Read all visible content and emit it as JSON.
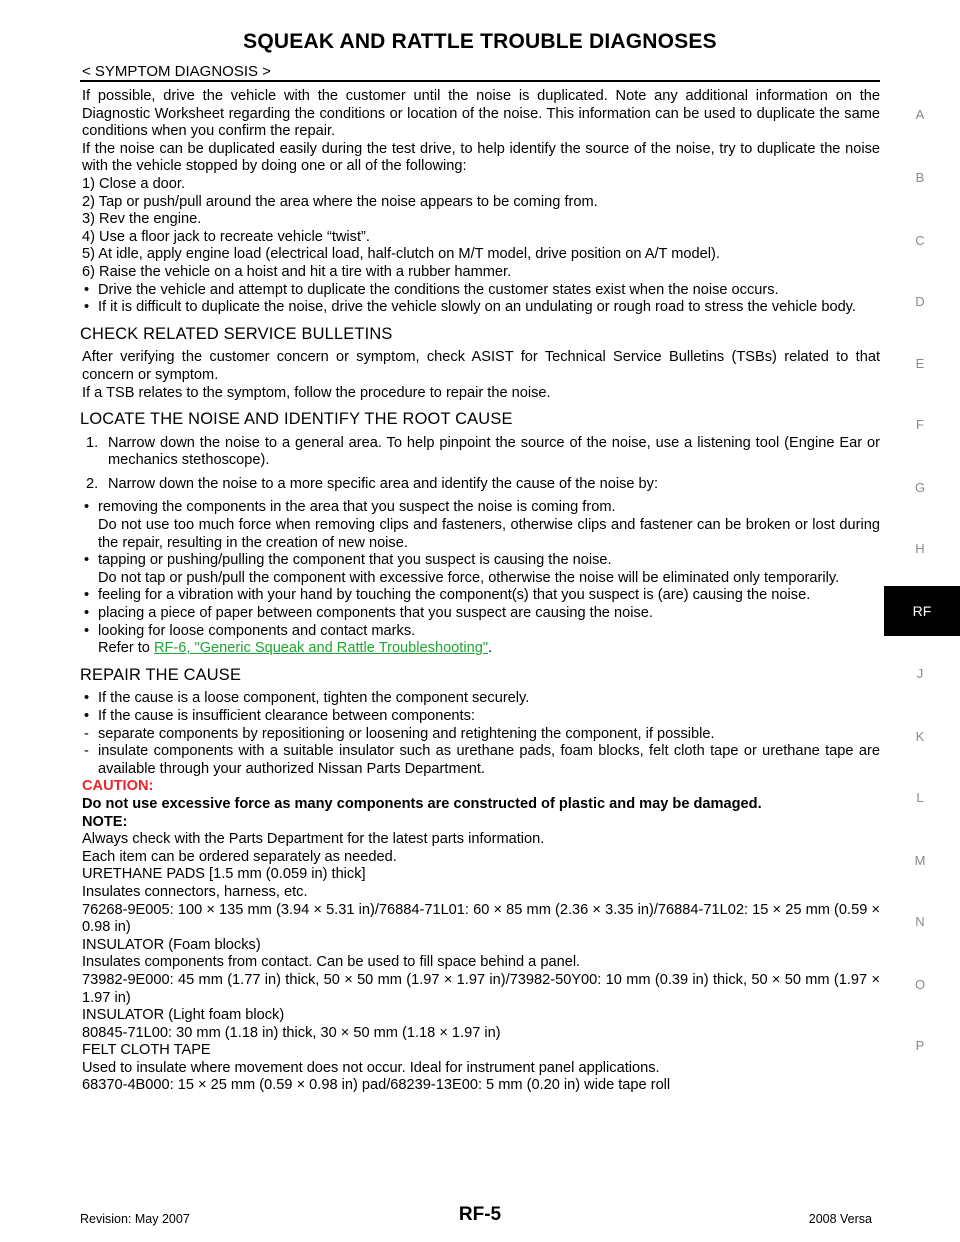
{
  "header": {
    "title": "SQUEAK AND RATTLE TROUBLE DIAGNOSES",
    "section": "< SYMPTOM DIAGNOSIS >"
  },
  "side_index": {
    "letters": [
      "A",
      "B",
      "C",
      "D",
      "E",
      "F",
      "G",
      "H",
      "RF",
      "J",
      "K",
      "L",
      "M",
      "N",
      "O",
      "P"
    ],
    "active": "RF"
  },
  "intro": {
    "p1": "If possible, drive the vehicle with the customer until the noise is duplicated. Note any additional information on the Diagnostic Worksheet regarding the conditions or location of the noise. This information can be used to duplicate the same conditions when you confirm the repair.",
    "p2": "If the noise can be duplicated easily during the test drive, to help identify the source of the noise, try to duplicate the noise with the vehicle stopped by doing one or all of the following:",
    "steps": [
      "1)  Close a door.",
      "2)  Tap or push/pull around the area where the noise appears to be coming from.",
      "3)  Rev the engine.",
      "4)  Use a floor jack to recreate vehicle “twist”.",
      "5)  At idle, apply engine load (electrical load, half-clutch on M/T model, drive position on A/T model).",
      "6)  Raise the vehicle on a hoist and hit a tire with a rubber hammer."
    ],
    "bullets": [
      "Drive the vehicle and attempt to duplicate the conditions the customer states exist when the noise occurs.",
      "If it is difficult to duplicate the noise, drive the vehicle slowly on an undulating or rough road to stress the vehicle body."
    ]
  },
  "bulletins": {
    "heading": "CHECK RELATED SERVICE BULLETINS",
    "p1": "After verifying the customer concern or symptom, check ASIST for Technical Service Bulletins (TSBs) related to that concern or symptom.",
    "p2": "If a TSB relates to the symptom, follow the procedure to repair the noise."
  },
  "locate": {
    "heading": "LOCATE THE NOISE AND IDENTIFY THE ROOT CAUSE",
    "num1": "1.",
    "step1": "Narrow down the noise to a general area. To help pinpoint the source of the noise, use a listening tool (Engine Ear or mechanics stethoscope).",
    "num2": "2.",
    "step2": "Narrow down the noise to a more specific area and identify the cause of the noise by:",
    "b1": "removing the components in the area that you suspect the noise is coming from.",
    "b1_note": "Do not use too much force when removing clips and fasteners, otherwise clips and fastener can be broken or lost during the repair, resulting in the creation of new noise.",
    "b2": "tapping or pushing/pulling the component that you suspect is causing the noise.",
    "b2_note": "Do not tap or push/pull the component with excessive force, otherwise the noise will be eliminated only temporarily.",
    "b3": "feeling for a vibration with your hand by touching the component(s) that you suspect is (are) causing the noise.",
    "b4": "placing a piece of paper between components that you suspect are causing the noise.",
    "b5": "looking for loose components and contact marks.",
    "refer_prefix": "Refer to ",
    "refer_link": "RF-6, \"Generic Squeak and Rattle Troubleshooting\"",
    "refer_suffix": "."
  },
  "repair": {
    "heading": "REPAIR THE CAUSE",
    "b1": "If the cause is a loose component, tighten the component securely.",
    "b2": "If the cause is insufficient clearance between components:",
    "d1": "separate components by repositioning or loosening and retightening the component, if possible.",
    "d2": "insulate components with a suitable insulator such as urethane pads, foam blocks, felt cloth tape or urethane tape are available through your authorized Nissan Parts Department.",
    "caution_label": "CAUTION:",
    "caution_text": "Do not use excessive force as many components are constructed of plastic and may be damaged.",
    "note_label": "NOTE:",
    "lines": [
      "Always check with the Parts Department for the latest parts information.",
      "Each item can be ordered separately as needed.",
      "URETHANE PADS [1.5 mm (0.059 in) thick]",
      "Insulates connectors, harness, etc.",
      "76268-9E005:  100 × 135 mm (3.94 × 5.31  in)/76884-71L01:  60 × 85 mm (2.36 × 3.35  in)/76884-71L02: 15 × 25 mm (0.59 × 0.98 in)",
      "INSULATOR (Foam blocks)",
      "Insulates components from contact. Can be used to fill space behind a panel.",
      "73982-9E000:  45 mm (1.77  in)  thick,  50 × 50 mm (1.97 × 1.97  in)/73982-50Y00:  10 mm (0.39  in)  thick, 50 × 50 mm (1.97 × 1.97  in)",
      "INSULATOR (Light foam block)",
      "80845-71L00:  30 mm (1.18  in) thick, 30 × 50 mm (1.18 × 1.97 in)",
      "FELT CLOTH TAPE",
      "Used to insulate where movement does not occur. Ideal for instrument panel applications.",
      "68370-4B000: 15 × 25 mm (0.59 × 0.98 in) pad/68239-13E00: 5 mm (0.20 in) wide tape roll"
    ]
  },
  "footer": {
    "revision": "Revision: May 2007",
    "page": "RF-5",
    "model": "2008 Versa"
  }
}
